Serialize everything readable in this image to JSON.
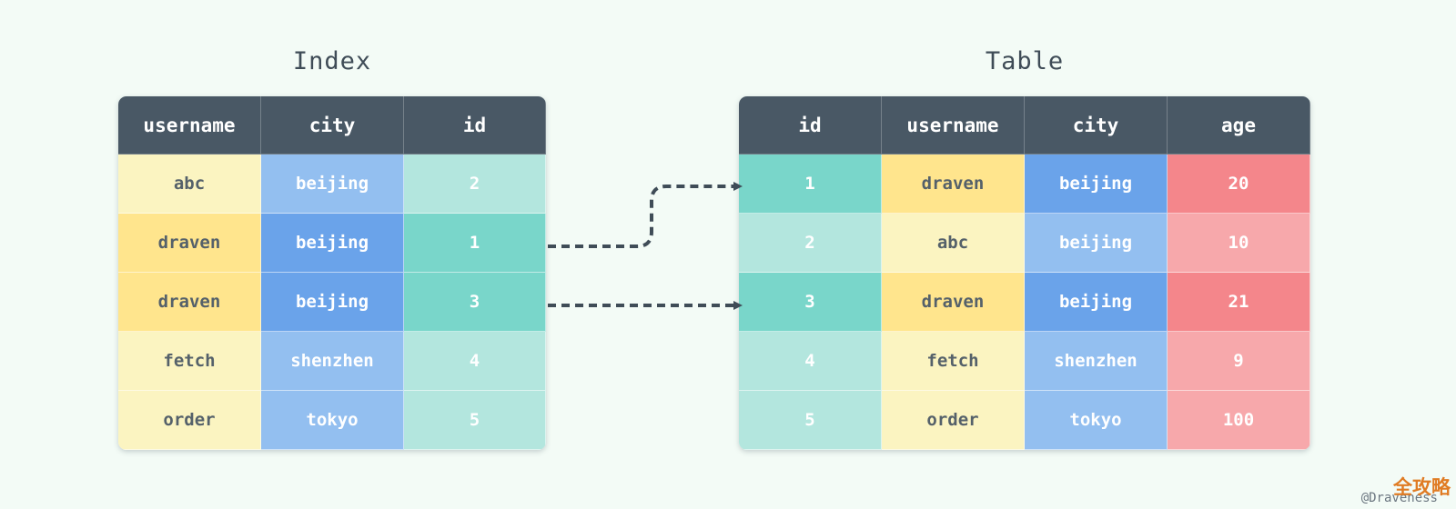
{
  "index_panel": {
    "title": "Index",
    "headers": [
      "username",
      "city",
      "id"
    ],
    "rows": [
      [
        "abc",
        "beijing",
        "2"
      ],
      [
        "draven",
        "beijing",
        "1"
      ],
      [
        "draven",
        "beijing",
        "3"
      ],
      [
        "fetch",
        "shenzhen",
        "4"
      ],
      [
        "order",
        "tokyo",
        "5"
      ]
    ]
  },
  "table_panel": {
    "title": "Table",
    "headers": [
      "id",
      "username",
      "city",
      "age"
    ],
    "rows": [
      [
        "1",
        "draven",
        "beijing",
        "20"
      ],
      [
        "2",
        "abc",
        "beijing",
        "10"
      ],
      [
        "3",
        "draven",
        "beijing",
        "21"
      ],
      [
        "4",
        "fetch",
        "shenzhen",
        "9"
      ],
      [
        "5",
        "order",
        "tokyo",
        "100"
      ]
    ]
  },
  "colors": {
    "header": "#495865",
    "yellow_light": "#fbf4c1",
    "yellow_dark": "#ffe58d",
    "blue_light": "#93bff0",
    "blue_dark": "#6aa3ea",
    "teal_light": "#b3e6de",
    "teal_dark": "#79d6ca",
    "red_light": "#f7a8ab",
    "red_dark": "#f4868b",
    "arrow": "#3f4c57"
  },
  "watermark": "@Draveness",
  "logo": "全攻略"
}
